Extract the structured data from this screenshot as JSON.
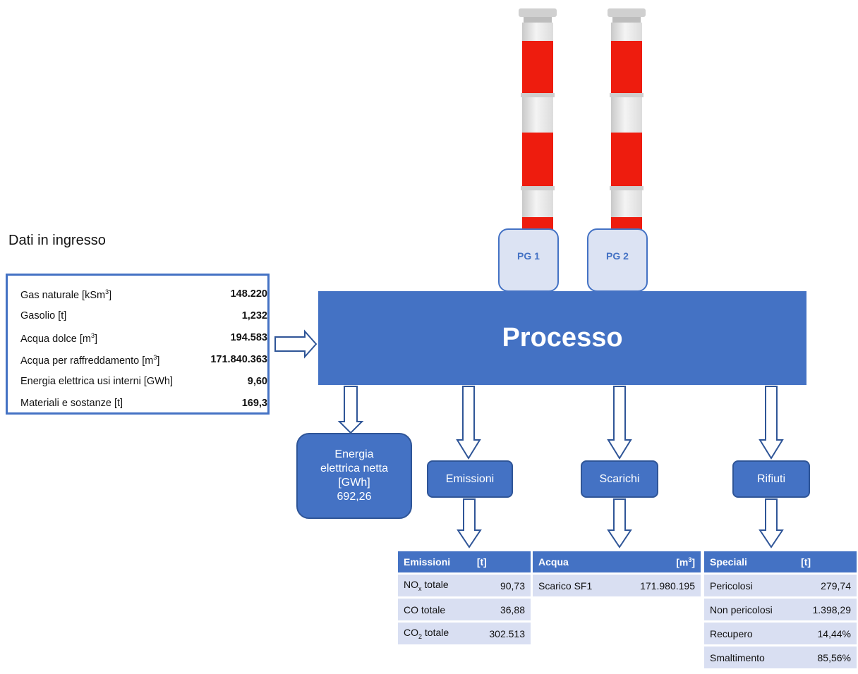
{
  "input": {
    "title": "Dati in ingresso",
    "rows": [
      {
        "label_pre": "Gas naturale [kSm",
        "sup": "3",
        "label_post": "]",
        "value": "148.220"
      },
      {
        "label_pre": "Gasolio [t]",
        "sup": "",
        "label_post": "",
        "value": "1,232"
      },
      {
        "label_pre": "Acqua dolce [m",
        "sup": "3",
        "label_post": "]",
        "value": "194.583"
      },
      {
        "label_pre": "Acqua per raffreddamento [m",
        "sup": "3",
        "label_post": "]",
        "value": "171.840.363"
      },
      {
        "label_pre": "Energia elettrica usi interni [GWh]",
        "sup": "",
        "label_post": "",
        "value": "9,60"
      },
      {
        "label_pre": "Materiali e sostanze [t]",
        "sup": "",
        "label_post": "",
        "value": "169,3"
      }
    ]
  },
  "stacks": [
    {
      "label": "PG 1"
    },
    {
      "label": "PG 2"
    }
  ],
  "process": {
    "label": "Processo"
  },
  "energy": {
    "line1": "Energia",
    "line2": "elettrica netta",
    "line3": "[GWh]",
    "value": "692,26"
  },
  "outputs": {
    "emissioni": "Emissioni",
    "scarichi": "Scarichi",
    "rifiuti": "Rifiuti"
  },
  "emissioni_table": {
    "header": [
      "Emissioni",
      "[t]"
    ],
    "rows": [
      {
        "pre": "NO",
        "sub": "x",
        "post": " totale",
        "value": "90,73"
      },
      {
        "pre": "CO totale",
        "sub": "",
        "post": "",
        "value": "36,88"
      },
      {
        "pre": "CO",
        "sub": "2",
        "post": " totale",
        "value": "302.513"
      }
    ]
  },
  "acqua_table": {
    "header_label": "Acqua",
    "header_unit_pre": "[m",
    "header_unit_sup": "3",
    "header_unit_post": "]",
    "rows": [
      {
        "label": "Scarico SF1",
        "value": "171.980.195"
      }
    ]
  },
  "speciali_table": {
    "header": [
      "Speciali",
      "[t]"
    ],
    "rows": [
      {
        "label": "Pericolosi",
        "value": "279,74"
      },
      {
        "label": "Non pericolosi",
        "value": "1.398,29"
      },
      {
        "label": "Recupero",
        "value": "14,44%"
      },
      {
        "label": "Smaltimento",
        "value": "85,56%"
      }
    ]
  },
  "colors": {
    "accent": "#4472c4",
    "light": "#d9dff2",
    "stack_red": "#ee1c0e"
  }
}
